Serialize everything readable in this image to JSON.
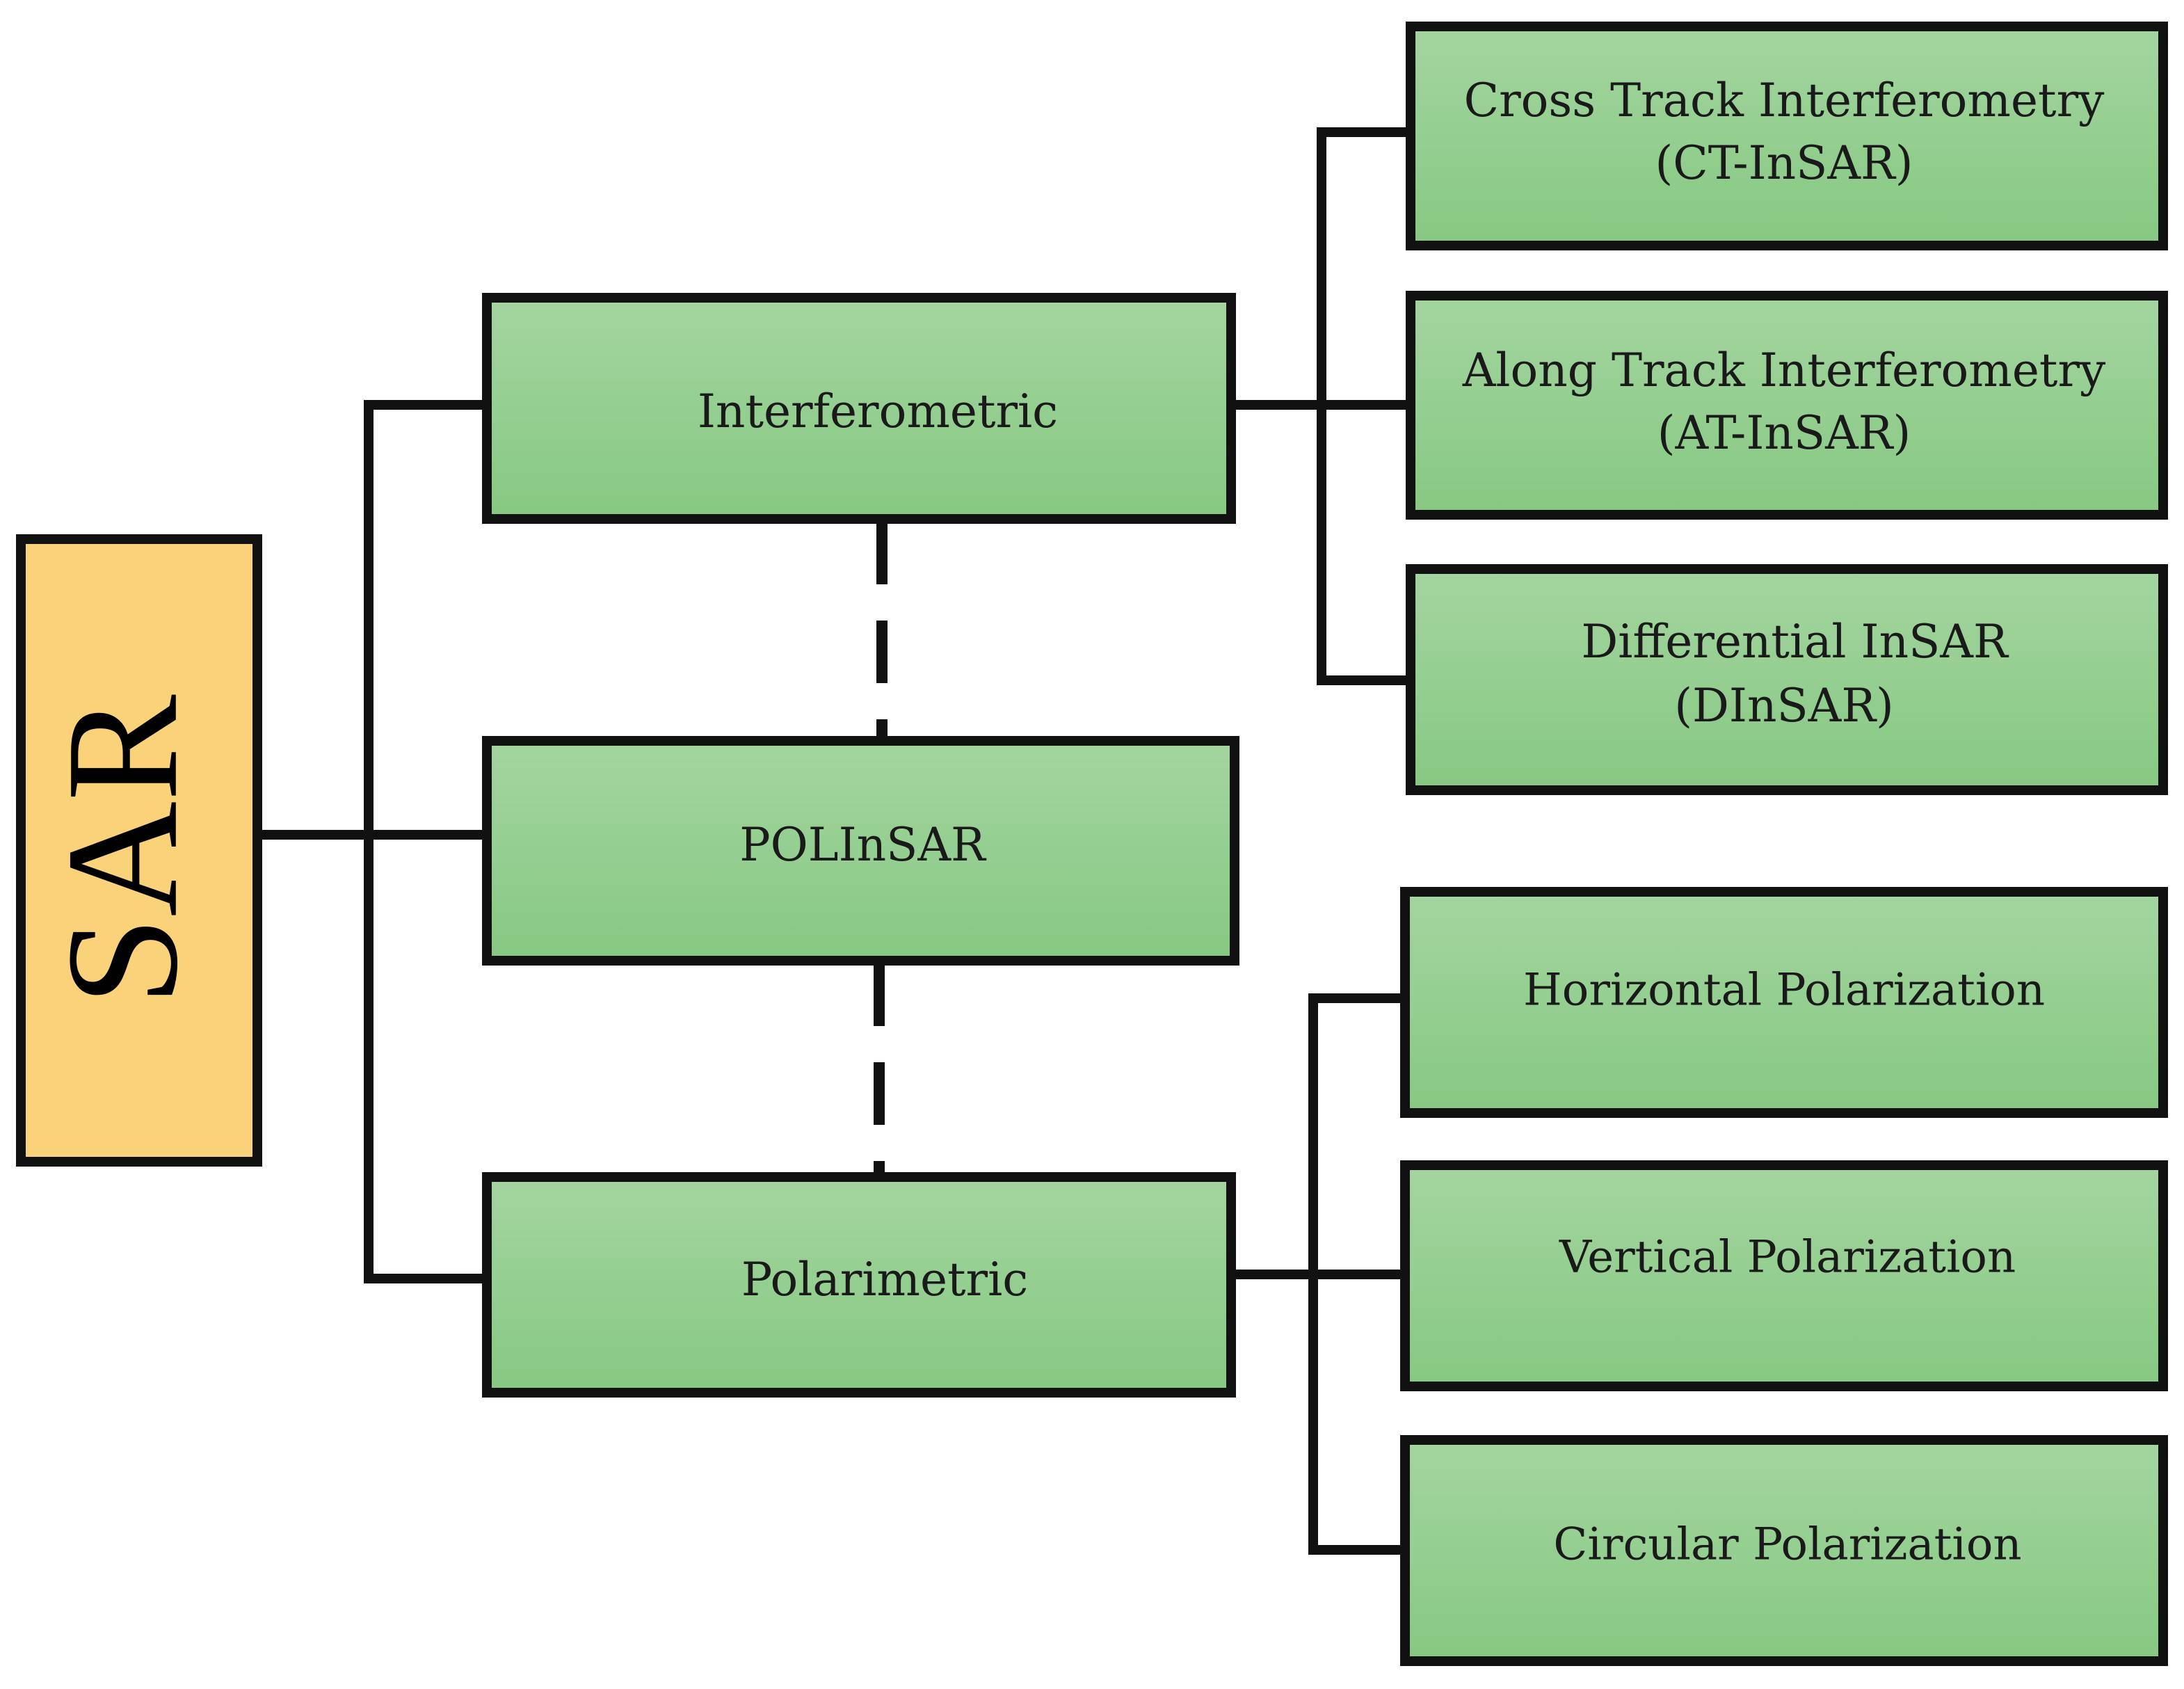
{
  "colors": {
    "root_fill": "#FAD27A",
    "node_fill_top": "#A4D5A0",
    "node_fill_bottom": "#86C882",
    "border": "#111111"
  },
  "root": {
    "label": "SAR"
  },
  "categories": [
    {
      "id": "interferometric",
      "label": "Interferometric"
    },
    {
      "id": "polinsar",
      "label": "POLInSAR"
    },
    {
      "id": "polarimetric",
      "label": "Polarimetric"
    }
  ],
  "interferometric_children": [
    {
      "line1": "Cross Track Interferometry",
      "line2": "(CT-InSAR)"
    },
    {
      "line1": "Along Track Interferometry",
      "line2": "(AT-InSAR)"
    },
    {
      "line1": "Differential InSAR",
      "line2": "(DInSAR)"
    }
  ],
  "polarimetric_children": [
    {
      "label": "Horizontal Polarization"
    },
    {
      "label": "Vertical Polarization"
    },
    {
      "label": "Circular Polarization"
    }
  ]
}
